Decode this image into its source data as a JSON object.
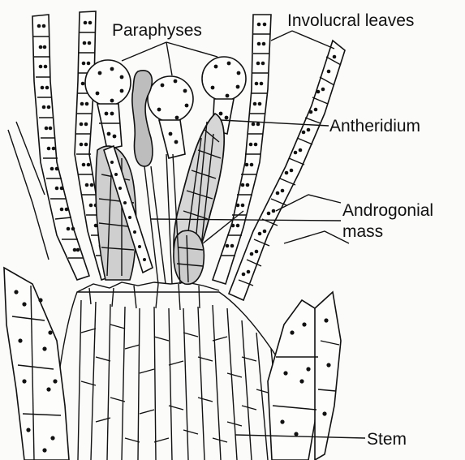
{
  "labels": {
    "paraphyses": "Paraphyses",
    "involucral_leaves": "Involucral leaves",
    "antheridium": "Antheridium",
    "androgonial_mass_line1": "Androgonial",
    "androgonial_mass_line2": "mass",
    "stem": "Stem"
  },
  "colors": {
    "ink": "#111111",
    "paper": "#fbfbfa"
  }
}
